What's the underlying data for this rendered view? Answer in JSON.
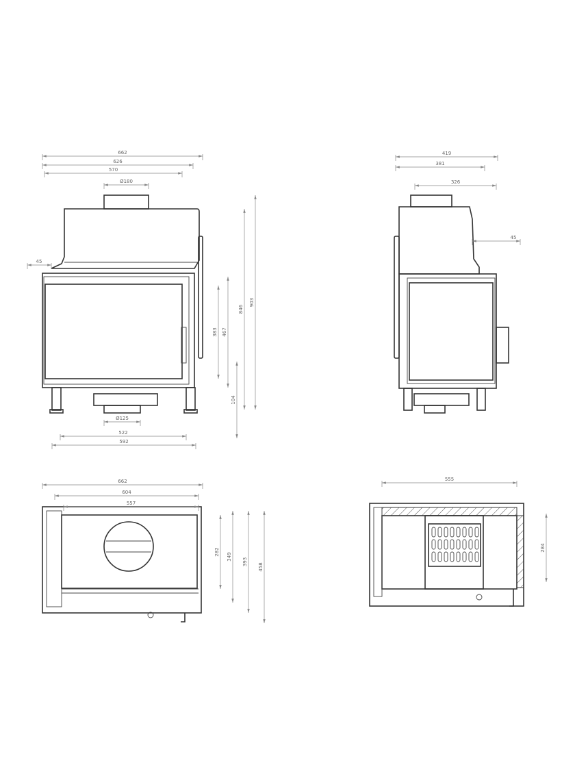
{
  "front_view": {
    "width_overall": "662",
    "width_body": "626",
    "width_door": "570",
    "flue_top": "Ø180",
    "offset_left": "45",
    "glass_height": "383",
    "door_height": "467",
    "body_height": "846",
    "total_height": "903",
    "floor_clearance": "104",
    "air_inlet": "Ø125",
    "leg_inner": "522",
    "leg_outer": "592"
  },
  "side_view": {
    "depth_overall": "419",
    "depth_body": "381",
    "depth_top": "326",
    "offset_right": "45"
  },
  "plan_view": {
    "width_overall": "662",
    "width_body": "604",
    "width_inner": "557",
    "depth_1": "282",
    "depth_2": "349",
    "depth_3": "393",
    "depth_4": "458"
  },
  "section_view": {
    "width": "555",
    "depth": "284"
  }
}
